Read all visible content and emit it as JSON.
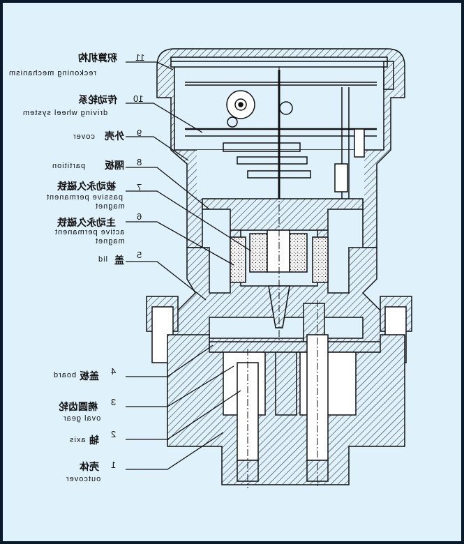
{
  "labels": [
    {
      "num": "11",
      "cn": "积算机构",
      "en": [
        "reckoning mechanism"
      ]
    },
    {
      "num": "10",
      "cn": "传动轮系",
      "en": [
        "driving wheel system"
      ]
    },
    {
      "num": "9",
      "cn": "外壳",
      "en": [
        "cover"
      ]
    },
    {
      "num": "8",
      "cn": "隔板",
      "en": [
        "partition"
      ]
    },
    {
      "num": "7",
      "cn": "被动永久磁铁",
      "en": [
        "passive permanent",
        "magnet"
      ]
    },
    {
      "num": "6",
      "cn": "主动永久磁铁",
      "en": [
        "active permanent",
        "magnet"
      ]
    },
    {
      "num": "5",
      "cn": "盖",
      "en": [
        "lid"
      ]
    },
    {
      "num": "4",
      "cn": "盖板",
      "en": [
        "board"
      ]
    },
    {
      "num": "3",
      "cn": "椭圆齿轮",
      "en": [
        "oval gear"
      ]
    },
    {
      "num": "2",
      "cn": "轴",
      "en": [
        "axis"
      ]
    },
    {
      "num": "1",
      "cn": "壳体",
      "en": [
        "outcover"
      ]
    }
  ],
  "mirrored": true,
  "colors": {
    "background": "#dff1fb",
    "frame": "#0b1a2a",
    "line": "#111111"
  }
}
